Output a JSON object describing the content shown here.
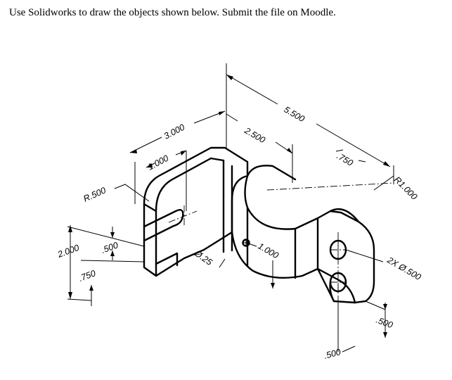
{
  "instruction": "Use Solidworks to draw the objects shown below.  Submit the file on Moodle.",
  "dimensions": {
    "overall_length": "5.500",
    "radius_center_offset": "2.500",
    "slot_bracket_length": "3.000",
    "slot_offset": "1.000",
    "slot_end_radius": "R.500",
    "slot_width": ".500",
    "overall_height": "2.000",
    "base_thickness": ".750",
    "hole_diameter": "Ø.25",
    "flange_width": "1.000",
    "flange_offset": ".750",
    "arc_radius": "R1.000",
    "hole_pattern": "2X Ø.500",
    "right_thickness": ".500",
    "bottom_offset": ".500"
  }
}
